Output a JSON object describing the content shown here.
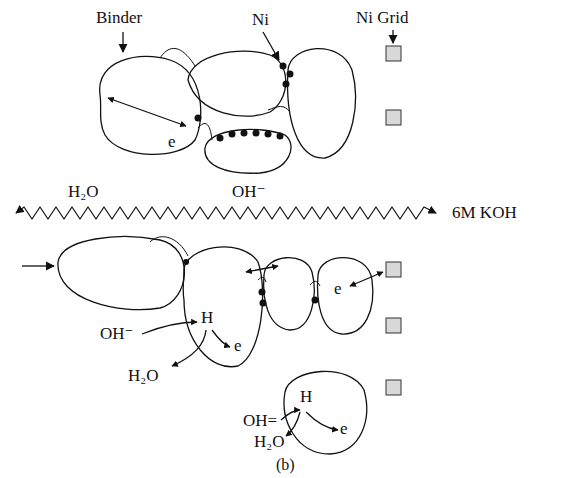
{
  "diagram": {
    "caption": "(b)",
    "labels": [
      "Binder",
      "Ni",
      "Ni Grid",
      "e",
      "H₂O",
      "OH⁻",
      "6M KOH",
      "e",
      "H",
      "OH⁻",
      "e",
      "H₂O",
      "H",
      "OH=",
      "e",
      "H₂O"
    ]
  }
}
